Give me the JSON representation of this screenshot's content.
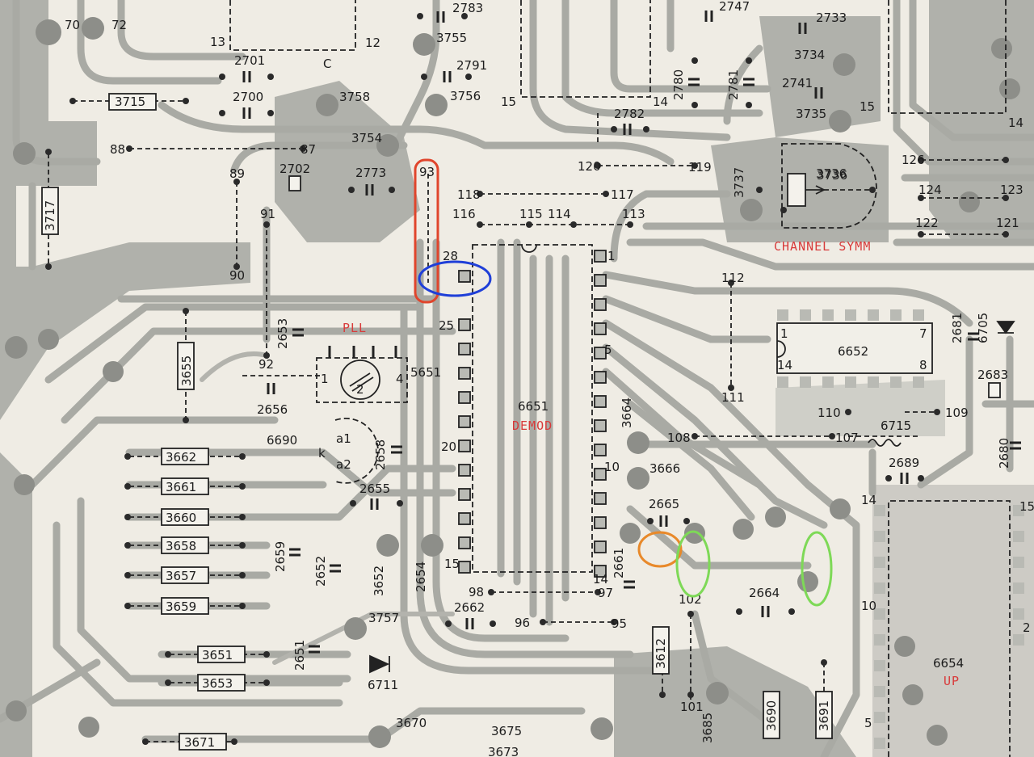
{
  "colors": {
    "background": "#efece4",
    "copper": "#a9aaa4",
    "ink": "#222222",
    "label_red": "#d83a3a",
    "highlight_red": "#e0452c",
    "highlight_blue": "#1f3fd8",
    "highlight_orange": "#e8892a",
    "highlight_green": "#7ed957"
  },
  "ic_labels": {
    "demod": "6651",
    "demod_name": "DEMOD",
    "up": "6654",
    "up_name": "UP",
    "ic6652": "6652",
    "pll_name": "PLL",
    "pll_ref": "5651",
    "channel_symm": "CHANNEL SYMM"
  },
  "pins": {
    "p28": "28",
    "p1": "1",
    "p25": "25",
    "p5": "5",
    "p20": "20",
    "p10": "10",
    "p15": "15",
    "p14": "14",
    "ic6652_1": "1",
    "ic6652_7": "7",
    "ic6652_14": "14",
    "ic6652_8": "8",
    "pll_1": "1",
    "pll_2": "2",
    "pll_4": "4",
    "top_12": "12",
    "top_13": "13",
    "top_c": "C",
    "top_15": "15",
    "top_14": "14",
    "right_15a": "15",
    "right_14a": "14",
    "up_14": "14",
    "up_10": "10",
    "up_15": "15",
    "up_5": "5",
    "up_2": "2",
    "a1": "a1",
    "a2": "a2",
    "k": "k"
  },
  "nodes": [
    "70",
    "72",
    "88",
    "87",
    "89",
    "90",
    "91",
    "92",
    "93",
    "116",
    "115",
    "114",
    "113",
    "118",
    "117",
    "120",
    "119",
    "112",
    "111",
    "110",
    "109",
    "108",
    "107",
    "102",
    "101",
    "98",
    "97",
    "96",
    "95",
    "124",
    "123",
    "122",
    "121",
    "126"
  ],
  "components": [
    "2783",
    "2747",
    "2733",
    "3755",
    "2791",
    "3756",
    "3734",
    "2741",
    "3735",
    "2701",
    "2700",
    "3715",
    "3758",
    "3754",
    "2702",
    "2773",
    "2780",
    "2781",
    "2782",
    "3737",
    "3736",
    "3717",
    "2653",
    "3655",
    "2656",
    "6690",
    "2658",
    "2655",
    "3662",
    "3661",
    "3660",
    "3658",
    "3657",
    "3659",
    "2659",
    "2652",
    "3652",
    "2654",
    "2662",
    "3757",
    "2651",
    "3651",
    "3653",
    "6711",
    "3664",
    "3666",
    "2665",
    "2661",
    "2664",
    "3612",
    "3685",
    "3690",
    "3691",
    "2681",
    "6705",
    "2683",
    "6715",
    "2689",
    "2680",
    "3670",
    "3675",
    "3671",
    "3673"
  ]
}
